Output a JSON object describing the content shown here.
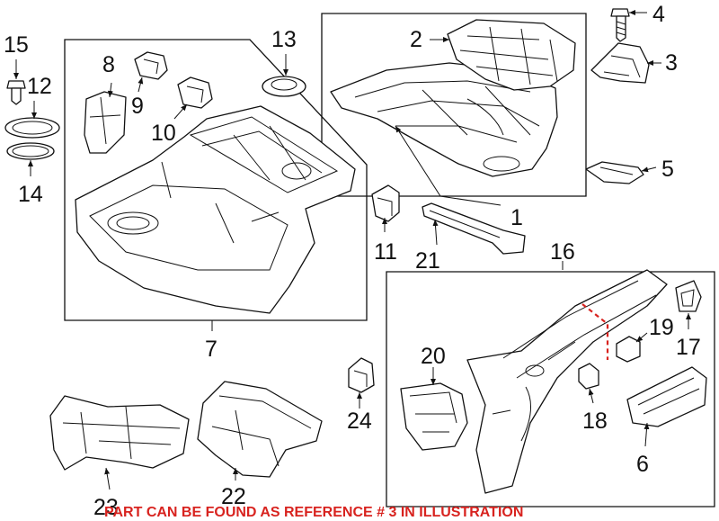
{
  "callouts": {
    "n1": "1",
    "n2": "2",
    "n3": "3",
    "n4": "4",
    "n5": "5",
    "n6": "6",
    "n7": "7",
    "n8": "8",
    "n9": "9",
    "n10": "10",
    "n11": "11",
    "n12": "12",
    "n13": "13",
    "n14": "14",
    "n15": "15",
    "n16": "16",
    "n17": "17",
    "n18": "18",
    "n19": "19",
    "n20": "20",
    "n21": "21",
    "n22": "22",
    "n23": "23",
    "n24": "24"
  },
  "footer": {
    "note": "PART CAN BE FOUND AS REFERENCE # 3 IN ILLUSTRATION",
    "note_color": "#d8231f"
  },
  "colors": {
    "ink": "#111111",
    "cut_line": "#d8231f"
  }
}
